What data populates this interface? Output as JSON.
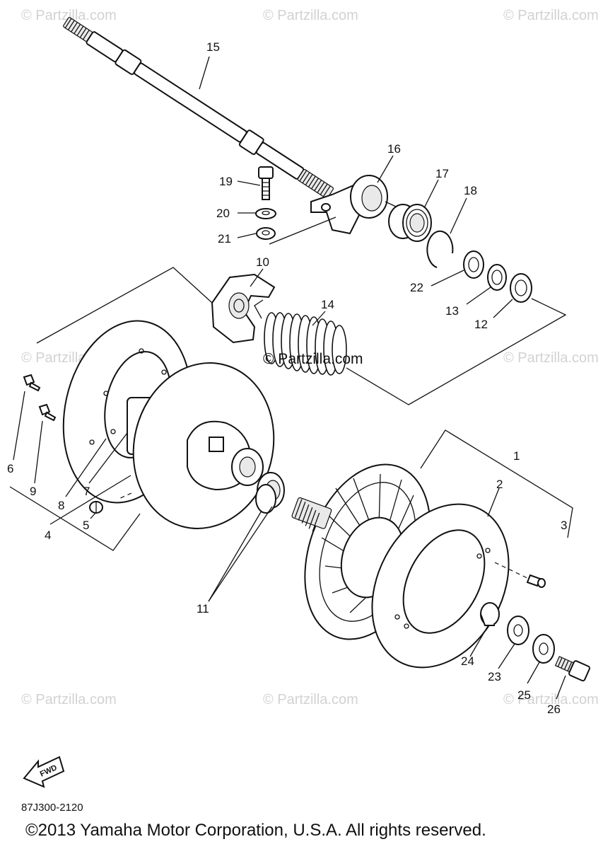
{
  "watermark": "© Partzilla.com",
  "center_watermark": "© Partzilla.com",
  "diagram_code": "87J300-2120",
  "fwd_label": "FWD",
  "copyright": "©2013 Yamaha Motor Corporation, U.S.A. All rights reserved.",
  "callouts": {
    "p1": "1",
    "p2": "2",
    "p3": "3",
    "p4": "4",
    "p5": "5",
    "p6": "6",
    "p7": "7",
    "p8": "8",
    "p9": "9",
    "p10": "10",
    "p11": "11",
    "p12": "12",
    "p13": "13",
    "p14": "14",
    "p15": "15",
    "p16": "16",
    "p17": "17",
    "p18": "18",
    "p19": "19",
    "p20": "20",
    "p21": "21",
    "p22": "22",
    "p23": "23",
    "p24": "24",
    "p25": "25",
    "p26": "26"
  }
}
